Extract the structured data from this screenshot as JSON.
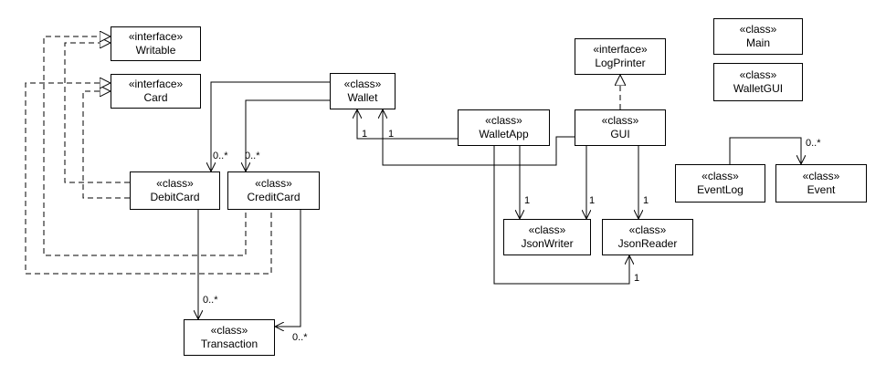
{
  "diagram": {
    "classes": {
      "writable": {
        "stereotype": "«interface»",
        "name": "Writable"
      },
      "card": {
        "stereotype": "«interface»",
        "name": "Card"
      },
      "wallet": {
        "stereotype": "«class»",
        "name": "Wallet"
      },
      "debitcard": {
        "stereotype": "«class»",
        "name": "DebitCard"
      },
      "creditcard": {
        "stereotype": "«class»",
        "name": "CreditCard"
      },
      "transaction": {
        "stereotype": "«class»",
        "name": "Transaction"
      },
      "walletapp": {
        "stereotype": "«class»",
        "name": "WalletApp"
      },
      "logprinter": {
        "stereotype": "«interface»",
        "name": "LogPrinter"
      },
      "gui": {
        "stereotype": "«class»",
        "name": "GUI"
      },
      "jsonwriter": {
        "stereotype": "«class»",
        "name": "JsonWriter"
      },
      "jsonreader": {
        "stereotype": "«class»",
        "name": "JsonReader"
      },
      "main": {
        "stereotype": "«class»",
        "name": "Main"
      },
      "walletgui": {
        "stereotype": "«class»",
        "name": "WalletGUI"
      },
      "eventlog": {
        "stereotype": "«class»",
        "name": "EventLog"
      },
      "event": {
        "stereotype": "«class»",
        "name": "Event"
      }
    },
    "multiplicities": {
      "wallet_debit": "0..*",
      "wallet_credit": "0..*",
      "walletapp_wallet": "1",
      "gui_wallet": "1",
      "walletapp_jsonwriter": "1",
      "gui_jsonwriter": "1",
      "gui_jsonreader": "1",
      "walletapp_jsonreader": "1",
      "debit_transaction": "0..*",
      "credit_transaction": "0..*",
      "eventlog_event": "0..*"
    }
  }
}
